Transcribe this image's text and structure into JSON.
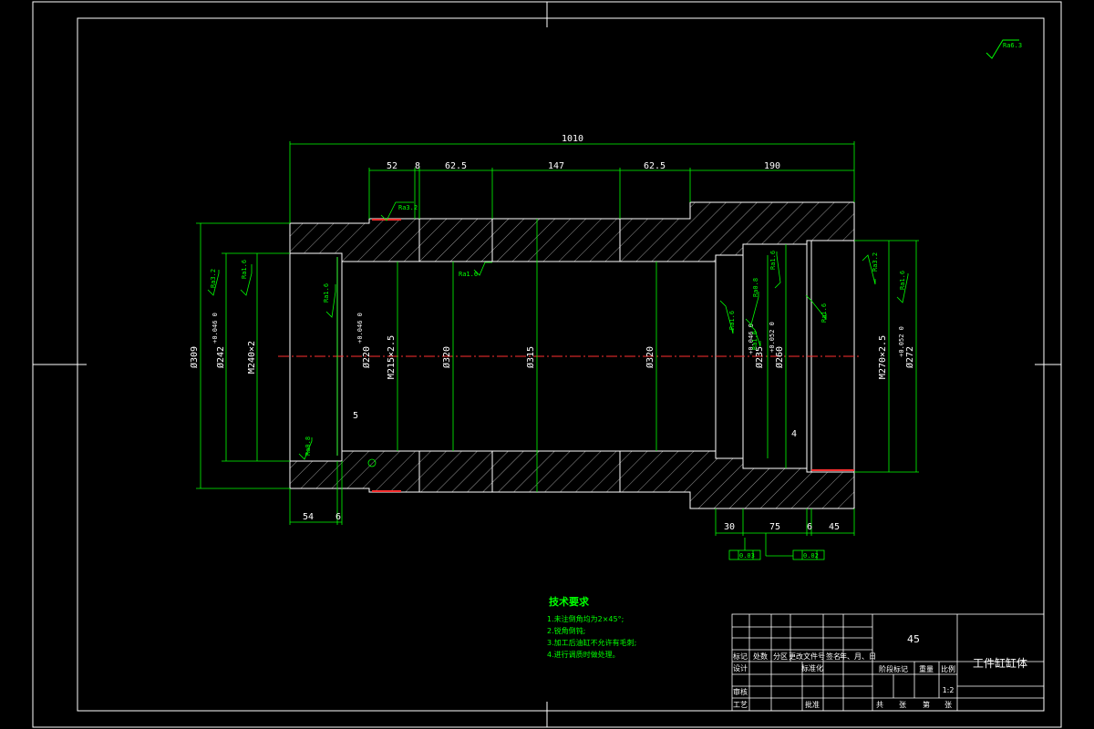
{
  "roughness_general": "Ra6.3",
  "dimensions_horizontal": {
    "overall": "1010",
    "d52": "52",
    "d8": "8",
    "d62a": "62.5",
    "d147": "147",
    "d62b": "62.5",
    "d190": "190",
    "d54": "54",
    "d6": "6",
    "d30": "30",
    "d75": "75",
    "d6b": "6",
    "d45": "45",
    "d5": "5",
    "d4": "4"
  },
  "dimensions_diameter": {
    "od309": "Ø309",
    "d242": "Ø242",
    "tol242": "+0.046\n0",
    "m240": "M240×2",
    "d220": "Ø220",
    "tol220": "+0.046\n0",
    "m215": "M215×2.5",
    "d320a": "Ø320",
    "d315": "Ø315",
    "d320b": "Ø320",
    "d235": "Ø235",
    "tol235": "+0.046\n0",
    "d260": "Ø260",
    "tol260": "+0.052\n0",
    "m270": "M270×2.5",
    "d272": "Ø272",
    "tol272": "+0.052\n0"
  },
  "roughness_marks": [
    "Ra3.2",
    "Ra1.6",
    "Ra3.2",
    "Ra1.6",
    "Ra1.6",
    "Ra1.6",
    "Ra0.8",
    "Ra1.6",
    "Ra1.6",
    "Ra3.2",
    "Ra1.6",
    "Ra1.6",
    "Ra0.8"
  ],
  "tolerance_frames": [
    "0.03",
    "0.02"
  ],
  "tech_requirements": {
    "title": "技术要求",
    "items": [
      "1.未注倒角均为2×45°;",
      "2.锐角倒钝;",
      "3.加工后油缸不允许有毛刺;",
      "4.进行调质时做处理。"
    ]
  },
  "title_block": {
    "material": "45",
    "part_name": "工件缸缸体",
    "scale_label": "比例",
    "scale": "1:2",
    "weight_label": "重量",
    "stage_label": "阶段标记",
    "row_labels": [
      "标记",
      "处数",
      "分区",
      "更改文件号",
      "签名",
      "年、月、日"
    ],
    "design": "设计",
    "standardize": "标准化",
    "review": "审核",
    "process": "工艺",
    "approve": "批准",
    "sheet_total": "共",
    "sheet_label": "张",
    "sheet_no": "第",
    "sheet_label2": "张"
  }
}
